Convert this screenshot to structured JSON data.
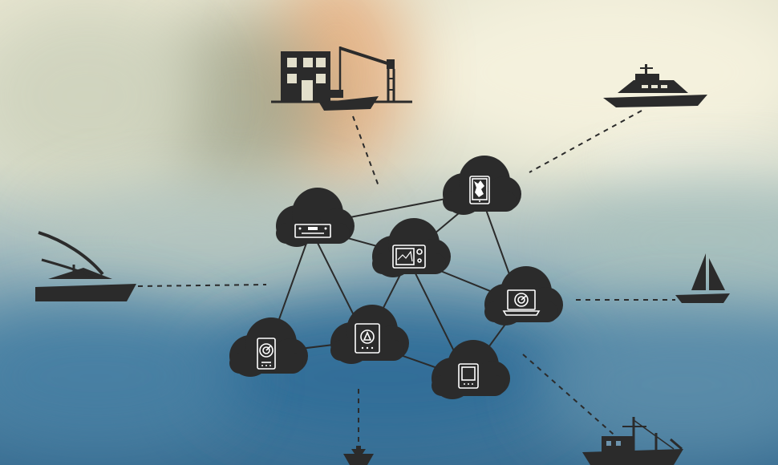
{
  "diagram": {
    "colors": {
      "silhouette": "#2b2b2b",
      "device_line": "#ffffff",
      "sky_light": "#f2efdc",
      "water_blue": "#2f6f98",
      "warm_blur": "#e7a46a"
    },
    "cloud_nodes": [
      {
        "id": "c1",
        "icon": "radio-unit-icon"
      },
      {
        "id": "c2",
        "icon": "tablet-map-icon"
      },
      {
        "id": "c3",
        "icon": "chartplotter-icon"
      },
      {
        "id": "c4",
        "icon": "laptop-radar-icon"
      },
      {
        "id": "c5",
        "icon": "handheld-radar-icon"
      },
      {
        "id": "c6",
        "icon": "autopilot-display-icon"
      },
      {
        "id": "c7",
        "icon": "multifunction-display-icon"
      }
    ],
    "links": [
      [
        "c1",
        "c2"
      ],
      [
        "c1",
        "c3"
      ],
      [
        "c1",
        "c5"
      ],
      [
        "c1",
        "c6"
      ],
      [
        "c2",
        "c3"
      ],
      [
        "c2",
        "c4"
      ],
      [
        "c3",
        "c4"
      ],
      [
        "c3",
        "c6"
      ],
      [
        "c3",
        "c7"
      ],
      [
        "c4",
        "c7"
      ],
      [
        "c5",
        "c6"
      ],
      [
        "c6",
        "c7"
      ]
    ],
    "vessels": [
      {
        "id": "marina",
        "icon": "marina-crane-icon",
        "target": "c1"
      },
      {
        "id": "yacht",
        "icon": "yacht-icon",
        "target": "c2"
      },
      {
        "id": "sport-fisher",
        "icon": "sport-fisher-boat-icon",
        "target": "c1"
      },
      {
        "id": "sailboat",
        "icon": "sailboat-icon",
        "target": "c4"
      },
      {
        "id": "trawler",
        "icon": "fishing-trawler-icon",
        "target": "c7"
      },
      {
        "id": "buoy",
        "icon": "buoy-icon",
        "target": "c5"
      }
    ]
  }
}
